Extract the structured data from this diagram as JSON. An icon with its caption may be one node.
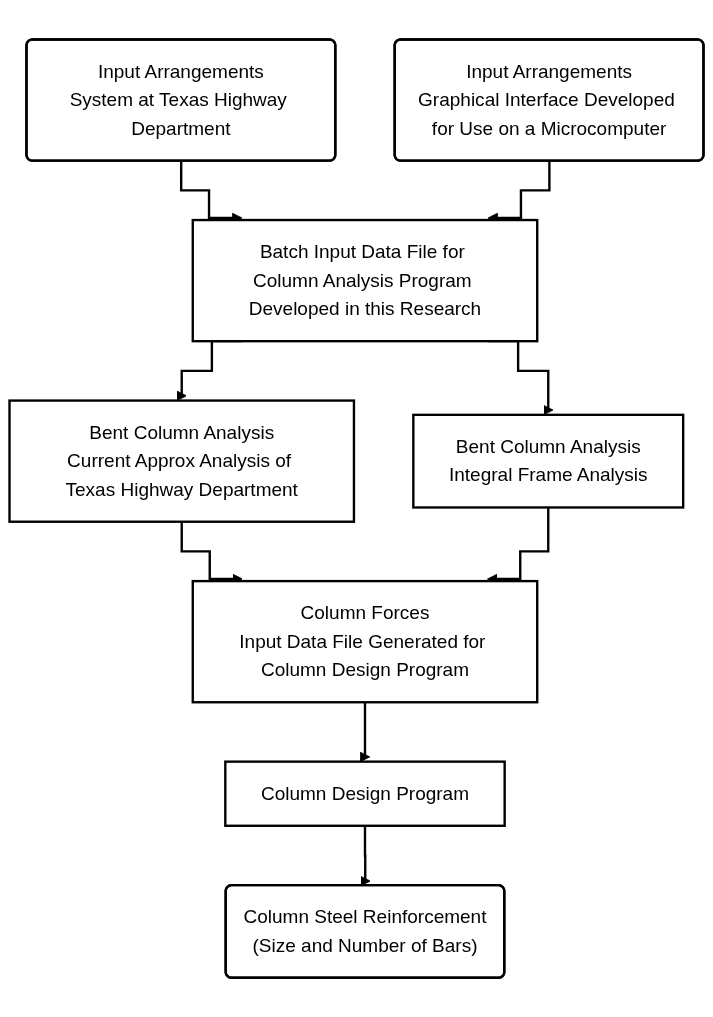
{
  "diagram": {
    "nodes": [
      {
        "text": [
          "Input Arrangements",
          "System at Texas Highway Department"
        ]
      },
      {
        "text": [
          "Input Arrangements",
          "Graphical Interface Developed for Use on a Microcomputer"
        ]
      },
      {
        "text": [
          "Batch Input Data File for Column Analysis Program Developed in this Research"
        ]
      },
      {
        "text": [
          "Bent Column Analysis",
          "Current Approx Analysis of Texas Highway Department"
        ]
      },
      {
        "text": [
          "Bent Column Analysis",
          "Integral Frame Analysis"
        ]
      },
      {
        "text": [
          "Column Forces",
          "Input Data File Generated for Column Design Program"
        ]
      },
      {
        "text": [
          "Column Design Program"
        ]
      },
      {
        "text": [
          "Column Steel Reinforcement",
          "(Size and Number of Bars)"
        ]
      }
    ],
    "edges": [
      {
        "from": 0,
        "to": 2,
        "arrow": "to"
      },
      {
        "from": 1,
        "to": 2,
        "arrow": "to"
      },
      {
        "from": 2,
        "to": 3,
        "arrow": "to"
      },
      {
        "from": 2,
        "to": 4,
        "arrow": "to"
      },
      {
        "from": 3,
        "to": 5,
        "arrow": "to"
      },
      {
        "from": 4,
        "to": 5,
        "arrow": "to"
      },
      {
        "from": 5,
        "to": 6,
        "arrow": "to"
      },
      {
        "from": 6,
        "to": 7,
        "arrow": "to"
      }
    ]
  }
}
